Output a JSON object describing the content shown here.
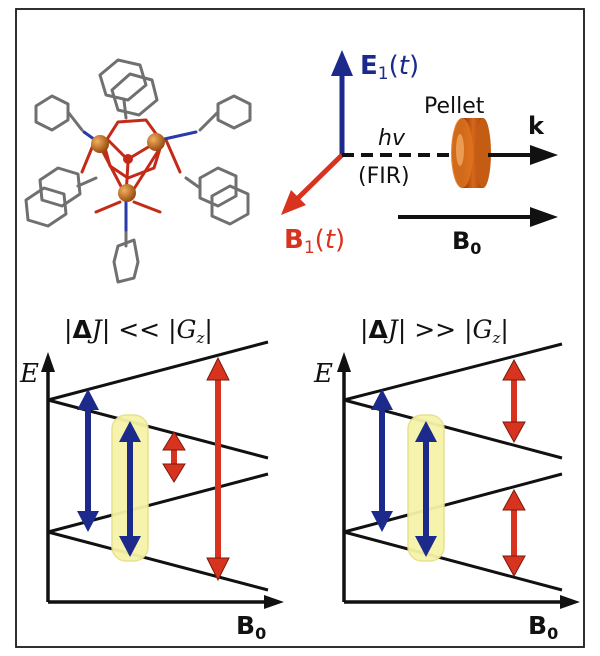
{
  "colors": {
    "border": "#1a1a1a",
    "blue": "#1c2a8c",
    "red": "#d8331f",
    "red_dark": "#b82b18",
    "orange": "#d9721e",
    "copper": "#c8701a",
    "yellow": "#f6f3a8",
    "gray": "#707070"
  },
  "top": {
    "e_field": {
      "symbol": "E",
      "sub": "1",
      "open": "(",
      "t": "t",
      "close": ")"
    },
    "b_field": {
      "symbol": "B",
      "sub": "1",
      "open": "(",
      "t": "t",
      "close": ")"
    },
    "pellet_label": "Pellet",
    "k_label": "k",
    "hv_label": "hv",
    "fir_label": "(FIR)",
    "b0_label": {
      "symbol": "B",
      "sub": "0"
    }
  },
  "left_panel": {
    "title": {
      "bar1": "|",
      "delta": "Δ",
      "j": "J",
      "bar2": "|",
      "rel": " << ",
      "bar3": "|",
      "g": "G",
      "gsub": "z",
      "bar4": "|"
    },
    "e_axis": "E",
    "b0_axis": {
      "symbol": "B",
      "sub": "0"
    }
  },
  "right_panel": {
    "title": {
      "bar1": "|",
      "delta": "Δ",
      "j": "J",
      "bar2": "|",
      "rel": " >> ",
      "bar3": "|",
      "g": "G",
      "gsub": "z",
      "bar4": "|"
    },
    "e_axis": "E",
    "b0_axis": {
      "symbol": "B",
      "sub": "0"
    }
  }
}
